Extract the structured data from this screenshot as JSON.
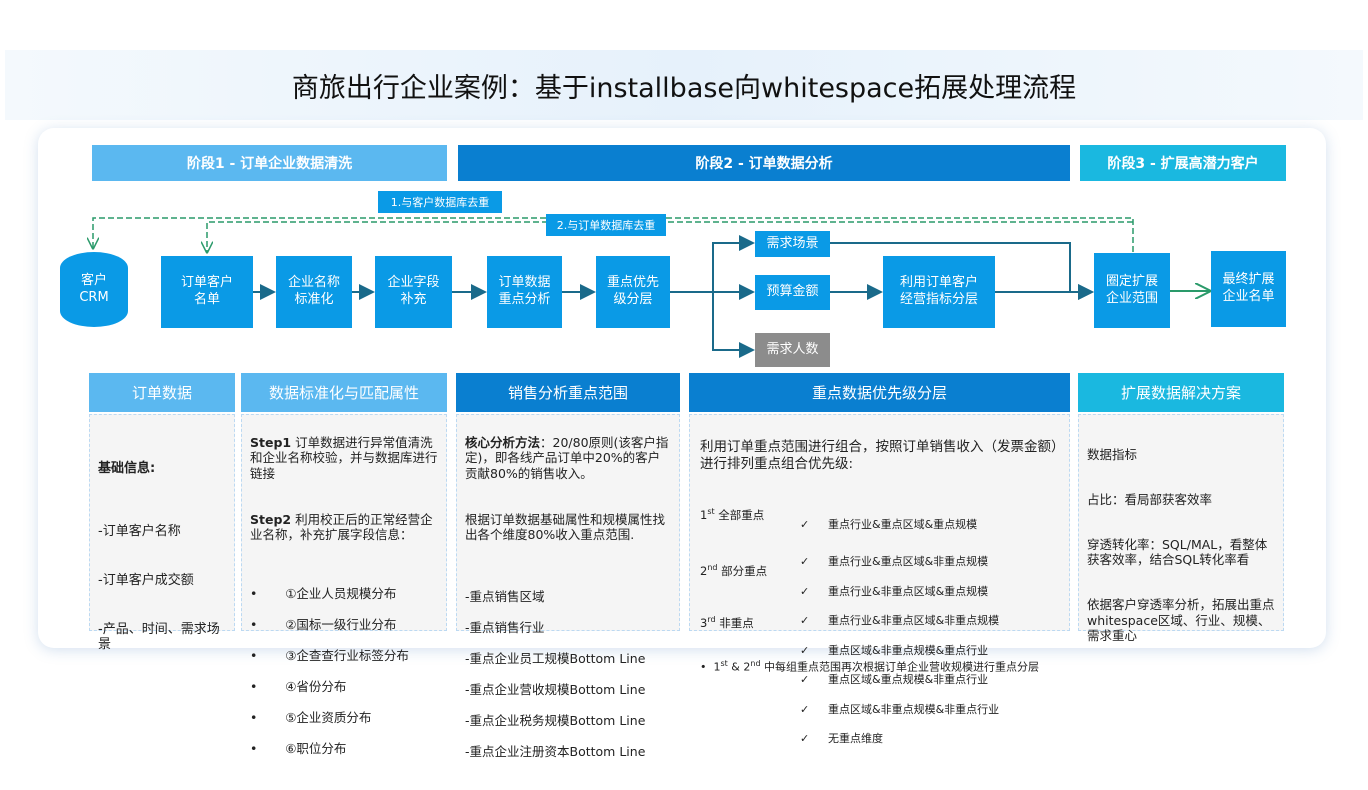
{
  "title": "商旅出行企业案例：基于installbase向whitespace拓展处理流程",
  "phases": [
    "阶段1 - 订单企业数据清洗",
    "阶段2 - 订单数据分析",
    "阶段3 - 扩展高潜力客户"
  ],
  "dedup": [
    "1.与客户数据库去重",
    "2.与订单数据库去重"
  ],
  "nodes": {
    "crm": "客户\nCRM",
    "order_list": "订单客户\n名单",
    "name_std": "企业名称\n标准化",
    "field_fill": "企业字段\n补充",
    "key_analysis": "订单数据\n重点分析",
    "priority": "重点优先\n级分层",
    "scene": "需求场景",
    "budget": "预算金额",
    "headcount": "需求人数",
    "indicator": "利用订单客户\n经营指标分层",
    "scope": "圈定扩展\n企业范围",
    "final": "最终扩展\n企业名单"
  },
  "columns": [
    {
      "header": "订单数据",
      "heading": "基础信息:",
      "items": [
        "-订单客户名称",
        "-订单客户成交额",
        "-产品、时间、需求场景"
      ]
    },
    {
      "header": "数据标准化与匹配属性",
      "step1_label": "Step1",
      "step1": " 订单数据进行异常值清洗和企业名称校验，并与数据库进行链接",
      "step2_label": "Step2",
      "step2": " 利用校正后的正常经营企业名称，补充扩展字段信息：",
      "items": [
        "①企业人员规模分布",
        "②国标一级行业分布",
        "③企查查行业标签分布",
        "④省份分布",
        "⑤企业资质分布",
        "⑥职位分布"
      ]
    },
    {
      "header": "销售分析重点范围",
      "method_label": "核心分析方法",
      "method": "：20/80原则(该客户指定)，即各线产品订单中20%的客户贡献80%的销售收入。",
      "para": "根据订单数据基础属性和规模属性找出各个维度80%收入重点范围.",
      "items": [
        "-重点销售区域",
        "-重点销售行业",
        "-重点企业员工规模Bottom Line",
        "-重点企业营收规模Bottom Line",
        "-重点企业税务规模Bottom Line",
        "-重点企业注册资本Bottom Line"
      ]
    },
    {
      "header": "重点数据优先级分层",
      "intro": "利用订单重点范围进行组合，按照订单销售收入（发票金额）进行排列重点组合优先级:",
      "tiers": [
        {
          "n": "1",
          "sup": "st",
          "label": "全部重点"
        },
        {
          "n": "2",
          "sup": "nd",
          "label": "部分重点"
        },
        {
          "n": "3",
          "sup": "rd",
          "label": "非重点"
        }
      ],
      "check": "✓",
      "combos": [
        "重点行业&重点区域&重点规模",
        "重点行业&重点区域&非重点规模",
        "重点行业&非重点区域&重点规模",
        "重点行业&非重点区域&非重点规模",
        "重点区域&非重点规模&重点行业",
        "重点区域&重点规模&非重点行业",
        "重点区域&非重点规模&非重点行业",
        "无重点维度"
      ],
      "note": "中每组重点范围再次根据订单企业营收规模进行重点分层",
      "note_prefix": [
        "1",
        "st",
        " & 2",
        "nd",
        " "
      ]
    },
    {
      "header": "扩展数据解决方案",
      "items": [
        "数据指标",
        "占比：看局部获客效率",
        "穿透转化率：SQL/MAL，看整体获客效率，结合SQL转化率看",
        "依据客户穿透率分析，拓展出重点whitespace区域、行业、规模、需求重心"
      ]
    }
  ]
}
